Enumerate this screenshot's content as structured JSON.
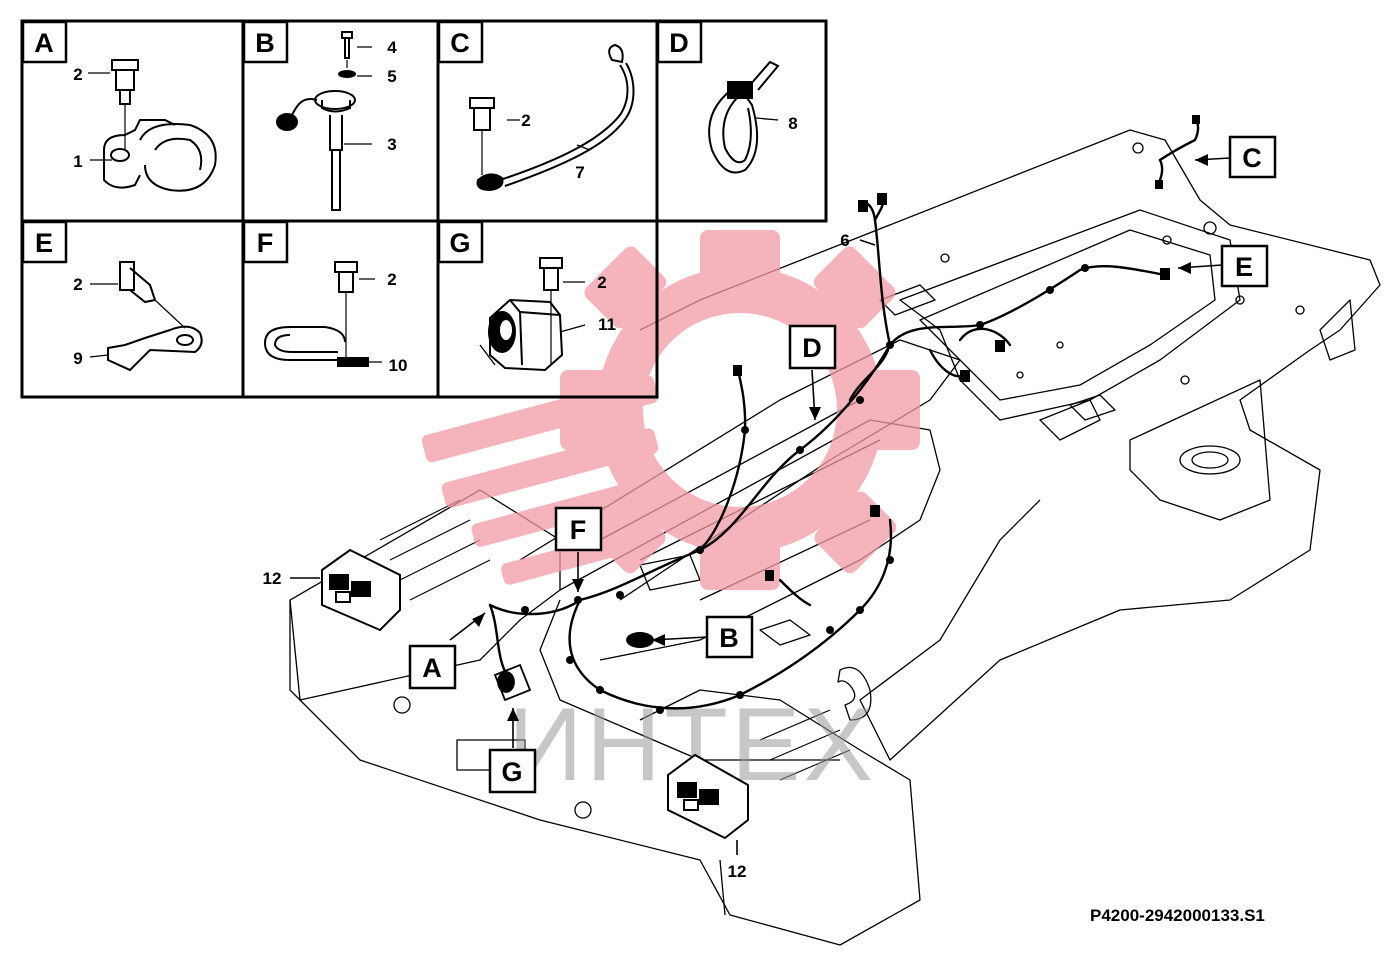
{
  "drawing_code": "P4200-2942000133.S1",
  "detail_panels": [
    {
      "letter": "A",
      "parts": [
        "2",
        "1"
      ]
    },
    {
      "letter": "B",
      "parts": [
        "4",
        "5",
        "3"
      ]
    },
    {
      "letter": "C",
      "parts": [
        "2",
        "7"
      ]
    },
    {
      "letter": "D",
      "parts": [
        "8"
      ]
    },
    {
      "letter": "E",
      "parts": [
        "2",
        "9"
      ]
    },
    {
      "letter": "F",
      "parts": [
        "2",
        "10"
      ]
    },
    {
      "letter": "G",
      "parts": [
        "2",
        "11"
      ]
    }
  ],
  "main_callouts": {
    "A": "A",
    "B": "B",
    "C": "C",
    "D": "D",
    "E": "E",
    "F": "F",
    "G": "G",
    "harness": "6",
    "lamp_left": "12",
    "lamp_right": "12"
  },
  "watermark": {
    "text": "ИНТЕХ",
    "gear_color": "#f29aa6",
    "text_color": "#9a9a9a"
  }
}
